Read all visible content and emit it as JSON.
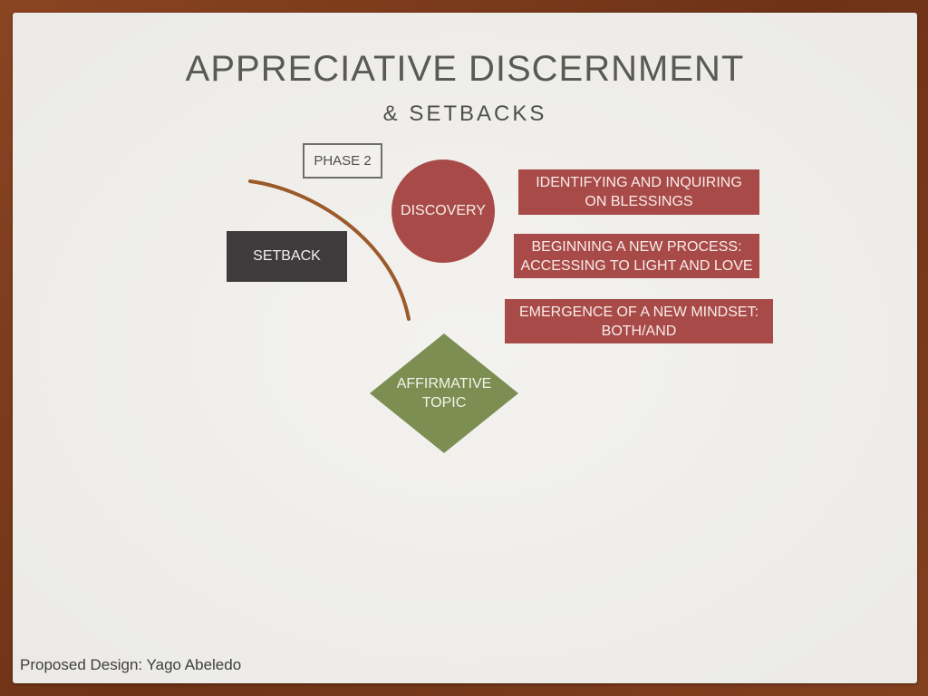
{
  "slide": {
    "title": "APPRECIATIVE DISCERNMENT",
    "subtitle": "& SETBACKS",
    "footer": "Proposed Design: Yago Abeledo"
  },
  "diagram": {
    "phase_label": "PHASE 2",
    "setback_label": "SETBACK",
    "discovery_label": "DISCOVERY",
    "affirmative_topic": {
      "line1": "AFFIRMATIVE",
      "line2": "TOPIC"
    },
    "steps": [
      {
        "line1": "IDENTIFYING AND INQUIRING",
        "line2": "ON BLESSINGS"
      },
      {
        "line1": "BEGINNING A NEW PROCESS:",
        "line2": "ACCESSING TO LIGHT AND LOVE"
      },
      {
        "line1": "EMERGENCE OF A NEW MINDSET:",
        "line2": "BOTH/AND"
      }
    ]
  },
  "colors": {
    "frame": "#7a3a1c",
    "slide_background": "#efeeeb",
    "discovery_red": "#a84b48",
    "setback_dark": "#3d3b3b",
    "affirmative_green": "#7d8e52",
    "curve_brown": "#9c5a2a"
  }
}
